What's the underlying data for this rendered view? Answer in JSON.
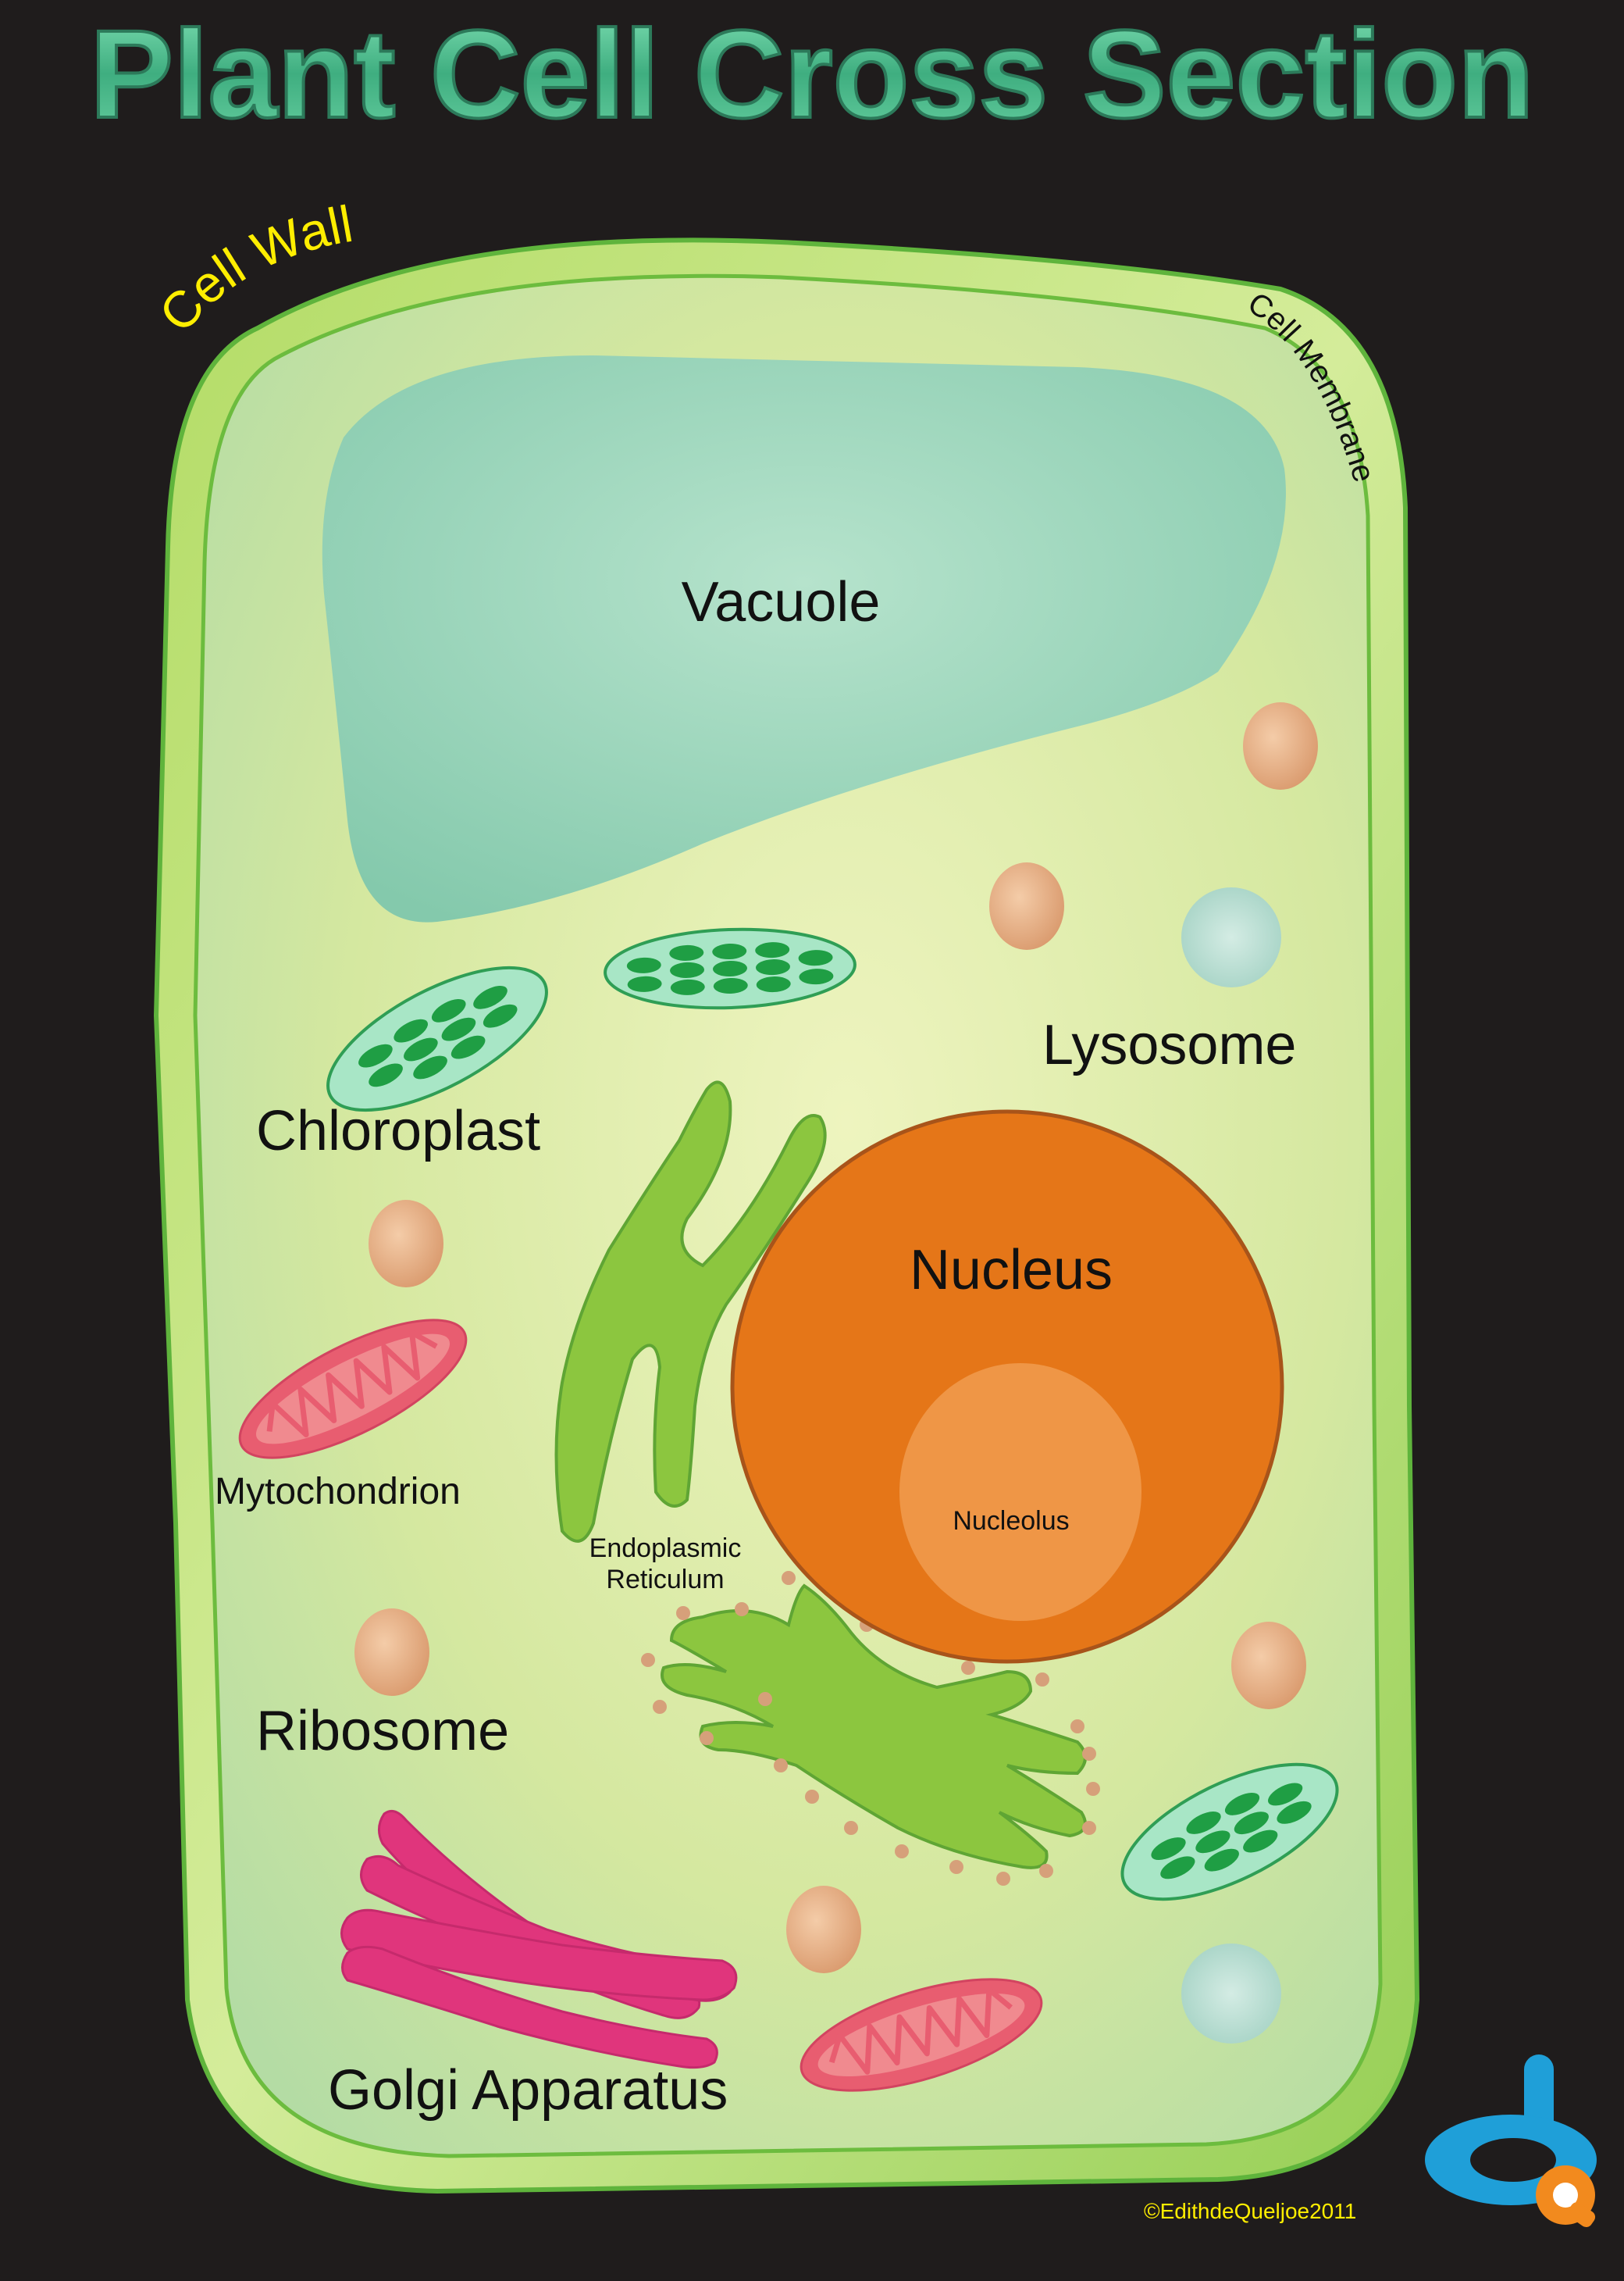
{
  "title": "Plant Cell Cross Section",
  "labels": {
    "cell_wall": "Cell Wall",
    "cell_membrane": "Cell Membrane",
    "vacuole": "Vacuole",
    "lysosome": "Lysosome",
    "chloroplast": "Chloroplast",
    "nucleus": "Nucleus",
    "nucleolus": "Nucleolus",
    "mitochondrion": "Mytochondrion",
    "er_line1": "Endoplasmic",
    "er_line2": "Reticulum",
    "ribosome": "Ribosome",
    "golgi": "Golgi Apparatus"
  },
  "copyright": "©EdithdeQueljoe2011",
  "colors": {
    "background": "#1f1c1c",
    "title_fill": "#4fbf8f",
    "cell_wall_label": "#ffee00",
    "cell_wall": "#8ccd4a",
    "cytoplasm": "#d9e9a6",
    "vacuole": "#8fd0b4",
    "nucleus": "#e57618",
    "nucleolus": "#ef9646",
    "chloroplast": "#a8e6c6",
    "thylakoid": "#1f9e44",
    "mitochondrion": "#e85d70",
    "golgi": "#e0357c",
    "er": "#8cc63f",
    "ribosome": "#e3a77c",
    "logo_blue": "#1f9fd8",
    "logo_orange": "#f28a1e"
  }
}
